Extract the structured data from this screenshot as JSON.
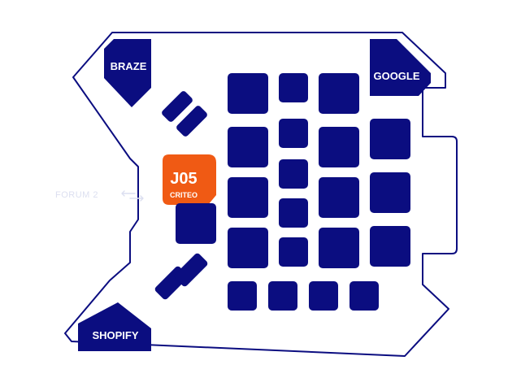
{
  "map": {
    "colors": {
      "outline": "#0b0d80",
      "booth": "#0b0d80",
      "highlight": "#f05a14",
      "label_text": "#ffffff",
      "forum_text": "#dcdff0"
    },
    "zones": {
      "braze": "BRAZE",
      "google": "GOOGLE",
      "shopify": "SHOPIFY"
    },
    "forum_label": "FORUM 2",
    "forum_arrow_icon": "double-arrow-icon",
    "highlight_booth": {
      "code": "J05",
      "brand": "CRITEO"
    }
  }
}
